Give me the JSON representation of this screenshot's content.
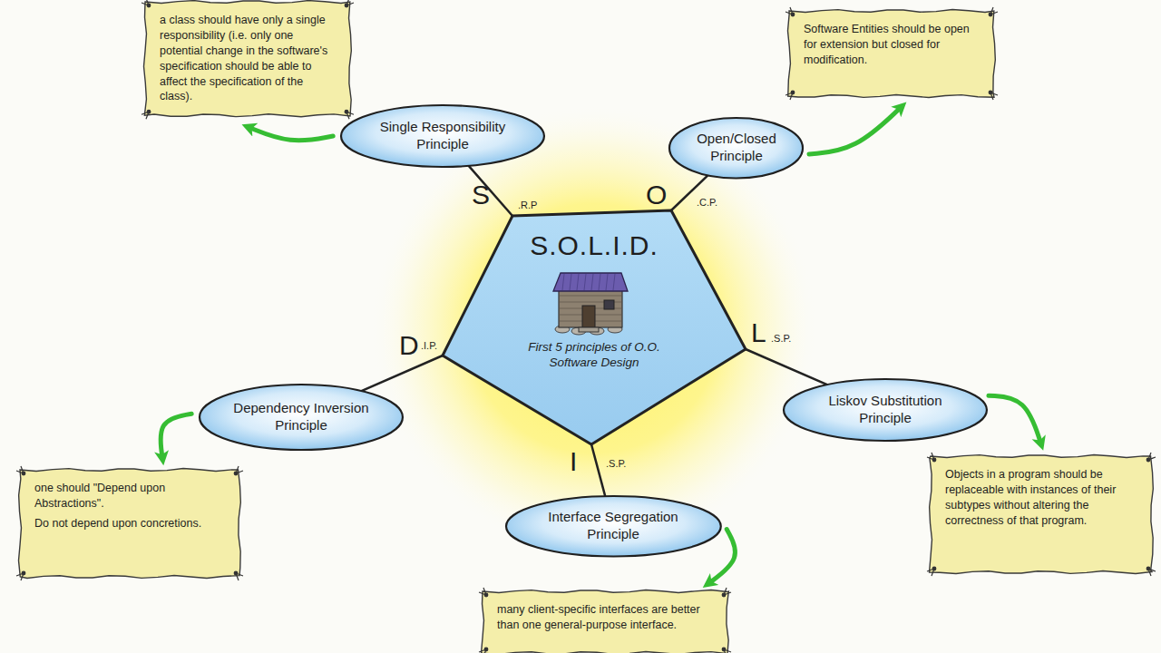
{
  "diagram": {
    "nodes": [
      {
        "text": [
          "S.O.L.I.D.",
          "First 5 principles of O.O. Software Design"
        ]
      },
      {
        "text": [
          "Single Responsibility Principle"
        ]
      },
      {
        "text": [
          "a class should have only a single responsibility (i.e. only one potential change in the software's specification should be able to affect the specification of the class)."
        ]
      },
      {
        "text": [
          "Open/Closed Principle"
        ]
      },
      {
        "text": [
          "Software Entities should be open for extension but closed for modification."
        ]
      },
      {
        "text": [
          "Liskov Substitution Principle"
        ]
      },
      {
        "text": [
          "Objects in a program should be replaceable with instances of their subtypes without altering the correctness of that program."
        ]
      },
      {
        "text": [
          "Interface Segregation Principle"
        ]
      },
      {
        "text": [
          "many client-specific interfaces are better than one general-purpose interface."
        ]
      },
      {
        "text": [
          "Dependency Inversion Principle"
        ]
      },
      {
        "text": [
          "one should \"Depend upon Abstractions\".",
          "Do not depend upon concretions."
        ]
      }
    ],
    "edges": [
      {
        "from": 0,
        "to": 1,
        "arrow": "none"
      },
      {
        "from": 0,
        "to": 3,
        "arrow": "none"
      },
      {
        "from": 0,
        "to": 5,
        "arrow": "none"
      },
      {
        "from": 0,
        "to": 7,
        "arrow": "none"
      },
      {
        "from": 0,
        "to": 9,
        "arrow": "none"
      },
      {
        "from": 1,
        "to": 2,
        "arrow": "to"
      },
      {
        "from": 3,
        "to": 4,
        "arrow": "to"
      },
      {
        "from": 5,
        "to": 6,
        "arrow": "to"
      },
      {
        "from": 7,
        "to": 8,
        "arrow": "to"
      },
      {
        "from": 9,
        "to": 10,
        "arrow": "to"
      }
    ],
    "labels": [
      "S",
      ".R.P",
      "O",
      ".C.P.",
      "L",
      ".S.P.",
      "I",
      ".S.P.",
      "D",
      ".I.P."
    ]
  }
}
